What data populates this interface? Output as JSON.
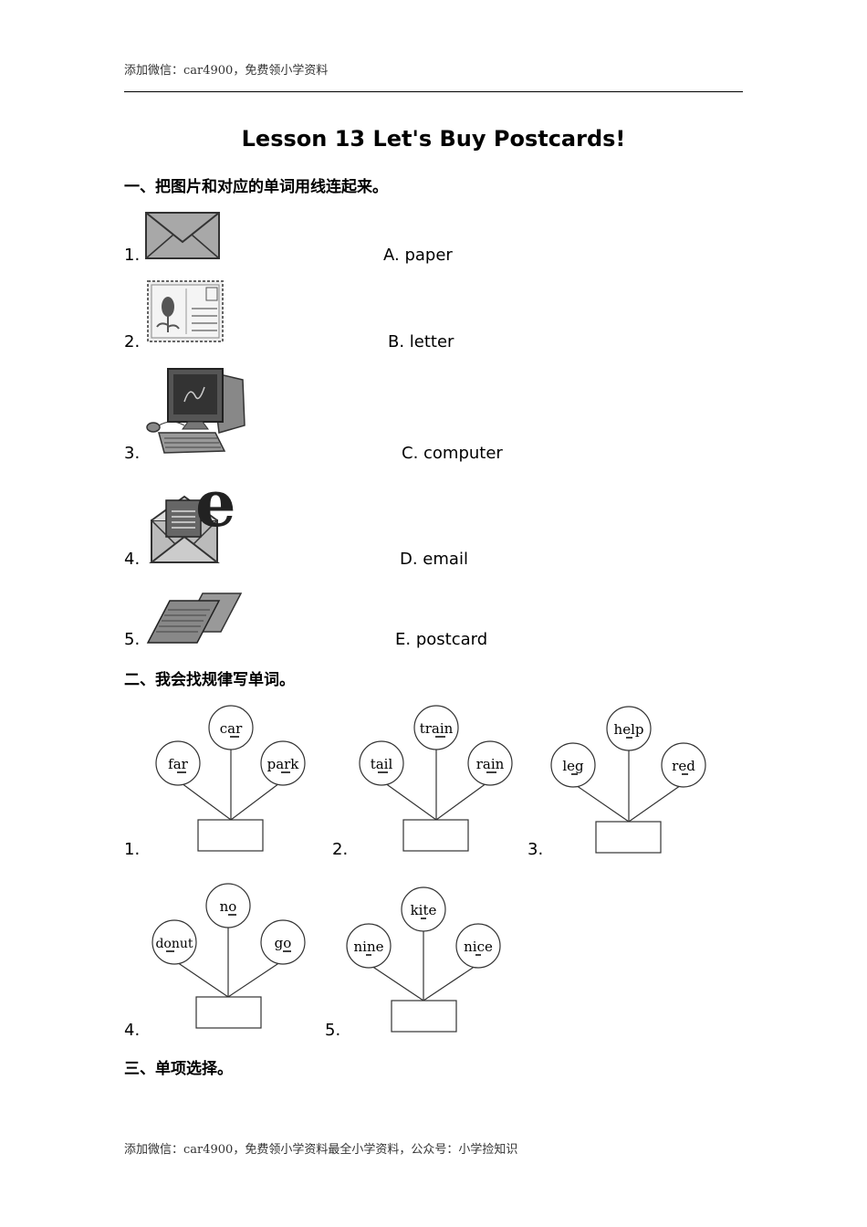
{
  "header": {
    "note": "添加微信：car4900，免费领小学资料"
  },
  "title": "Lesson 13 Let's Buy Postcards!",
  "section1": {
    "heading": "一、把图片和对应的单词用线连起来。",
    "rows": [
      {
        "num": "1.",
        "icon": "envelope-icon",
        "option": "A. paper"
      },
      {
        "num": "2.",
        "icon": "postcard-icon",
        "option": "B. letter"
      },
      {
        "num": "3.",
        "icon": "computer-icon",
        "option": "C. computer"
      },
      {
        "num": "4.",
        "icon": "email-icon",
        "option": "D. email"
      },
      {
        "num": "5.",
        "icon": "paper-icon",
        "option": "E. postcard"
      }
    ]
  },
  "section2": {
    "heading": "二、我会找规律写单词。",
    "trees": [
      {
        "num": "1.",
        "words": [
          "far",
          "car",
          "park"
        ]
      },
      {
        "num": "2.",
        "words": [
          "tail",
          "train",
          "rain"
        ]
      },
      {
        "num": "3.",
        "words": [
          "leg",
          "help",
          "red"
        ]
      },
      {
        "num": "4.",
        "words": [
          "donut",
          "no",
          "go"
        ]
      },
      {
        "num": "5.",
        "words": [
          "nine",
          "kite",
          "nice"
        ]
      }
    ]
  },
  "section3": {
    "heading": "三、单项选择。"
  },
  "footer": {
    "note": "添加微信：car4900，免费领小学资料最全小学资料，公众号：小学捡知识"
  }
}
